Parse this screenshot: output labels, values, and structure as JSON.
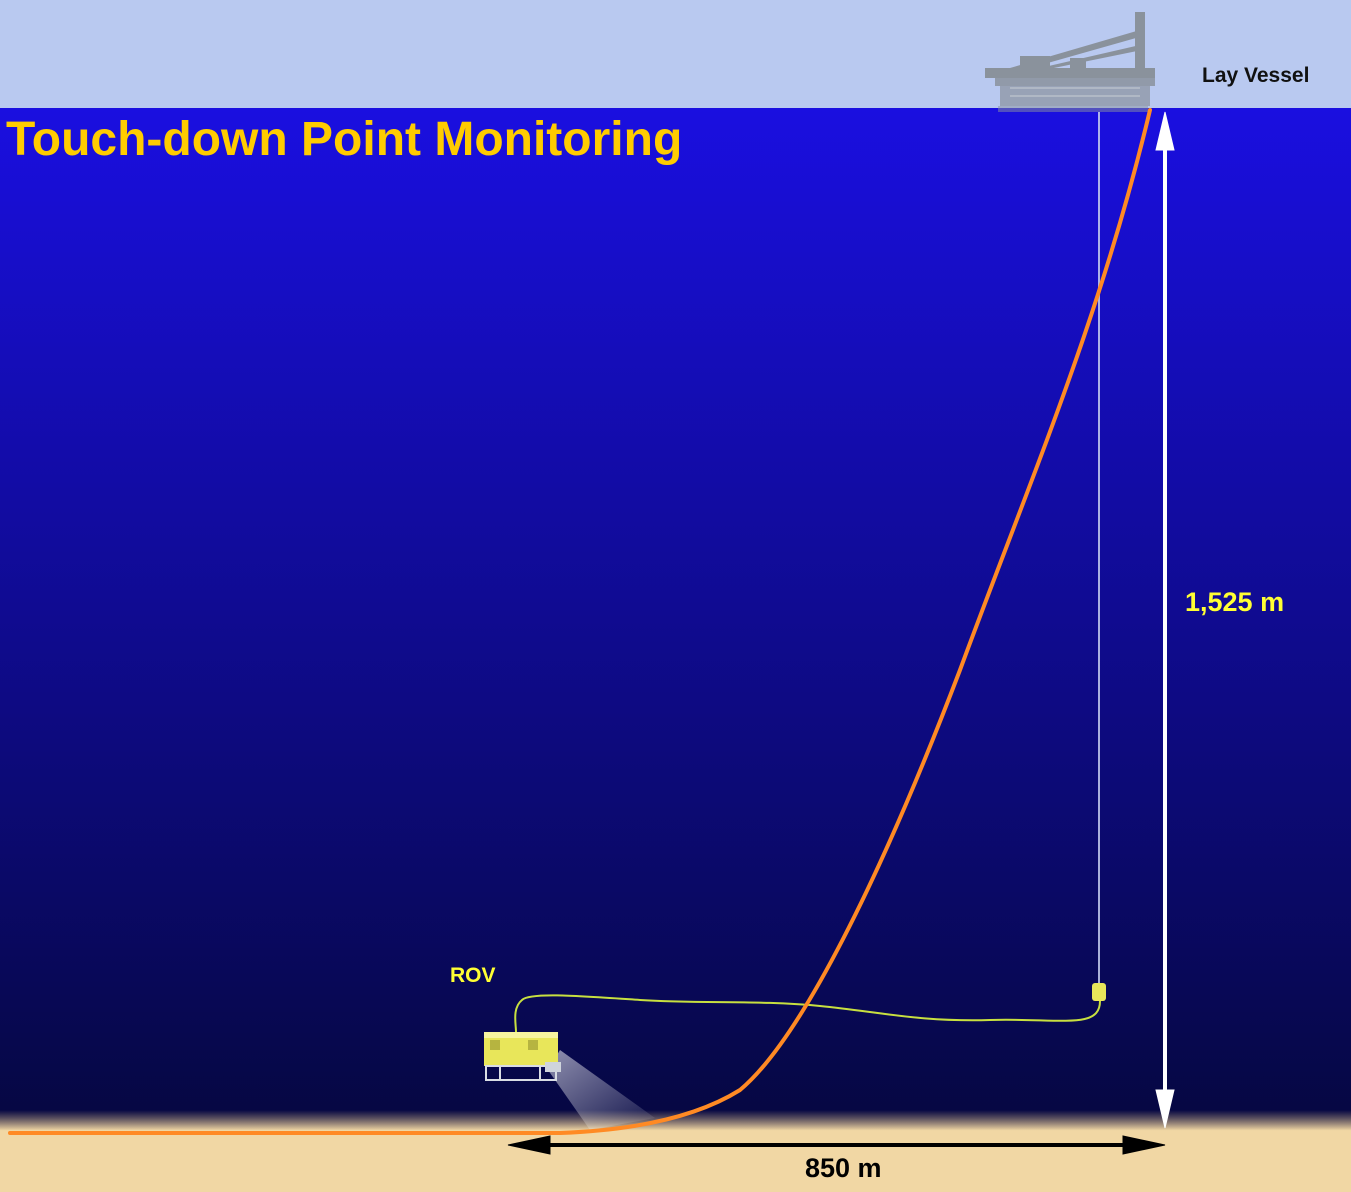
{
  "title": "Touch-down Point Monitoring",
  "labels": {
    "vessel": "Lay Vessel",
    "rov": "ROV",
    "water_depth": "1,525 m",
    "touchdown_distance": "850 m"
  },
  "colors": {
    "sky": "#b9c9f0",
    "water_top": "#1a0fe0",
    "water_bottom": "#05073f",
    "seabed": "#f1d7a4",
    "pipeline": "#ff8a24",
    "umbilical": "#c8e040",
    "title": "#ffcc00",
    "label_yellow": "#ffff33",
    "vessel_label": "#111111",
    "dimension_arrow": "#ffffff",
    "distance_arrow": "#000000",
    "rov_body": "#e8e65a",
    "vessel_gray": "#8a929c"
  },
  "icons": {
    "vessel": "lay-vessel-icon",
    "rov": "rov-icon",
    "clump_weight": "clump-weight-icon"
  }
}
